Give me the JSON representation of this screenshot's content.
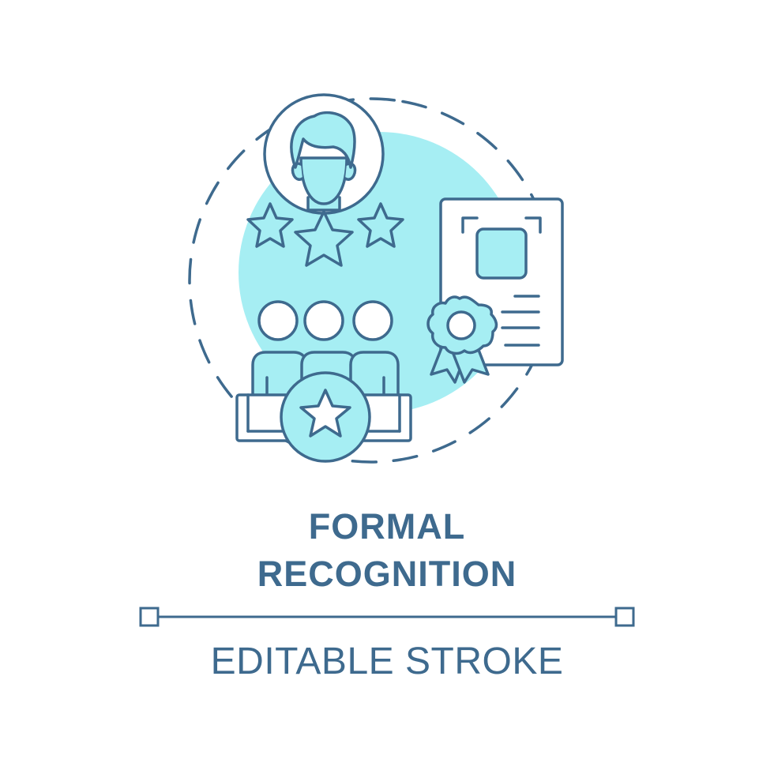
{
  "caption": {
    "title_line1": "FORMAL",
    "title_line2": "RECOGNITION",
    "subtitle": "EDITABLE STROKE"
  },
  "colors": {
    "stroke": "#3e6a8e",
    "accent_fill": "#a6eef3",
    "background": "#ffffff"
  },
  "icons": {
    "main": "formal-recognition-icon",
    "parts": [
      "person-avatar-icon",
      "rating-stars-icon",
      "team-icon",
      "star-badge-icon",
      "certificate-icon",
      "award-rosette-icon"
    ]
  }
}
